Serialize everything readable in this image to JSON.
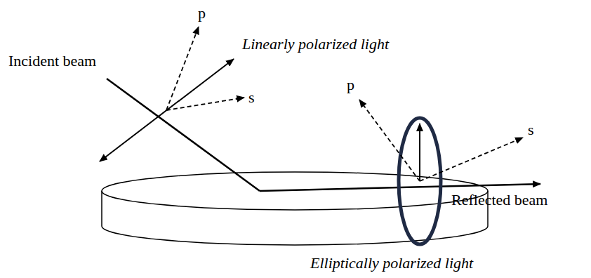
{
  "diagram": {
    "labels": [
      "p",
      "Incident beam",
      "Linearly polarized light",
      "s",
      "p",
      "s",
      "Reflected beam",
      "Elliptically polarized light"
    ]
  }
}
